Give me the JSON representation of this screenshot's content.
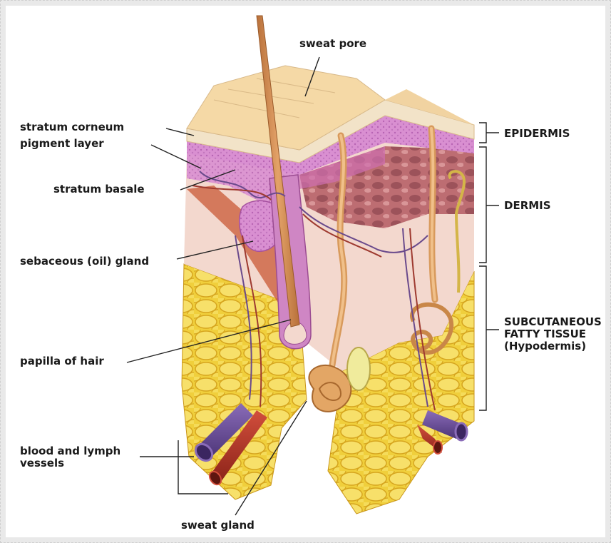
{
  "labels": {
    "sweat_pore": "sweat pore",
    "stratum_corneum": "stratum corneum",
    "pigment_layer": "pigment layer",
    "stratum_basale": "stratum basale",
    "sebaceous_gland": "sebaceous (oil) gland",
    "papilla_of_hair": "papilla of hair",
    "blood_lymph_vessels": "blood and lymph\nvessels",
    "sweat_gland": "sweat gland"
  },
  "layers": {
    "epidermis": "EPIDERMIS",
    "dermis": "DERMIS",
    "subcutaneous": "SUBCUTANEOUS\nFATTY TISSUE\n(Hypodermis)"
  },
  "colors": {
    "surface": "#f5d9a6",
    "corneum": "#f2e3c8",
    "pigment": "#d98fd1",
    "dermis": "#f4d6cc",
    "dermis_dark": "#a8464f",
    "fat": "#f2d245",
    "fat_dark": "#d9a51c",
    "hair": "#cf8a4a",
    "vein": "#6f4f9a",
    "artery": "#b73a2c"
  }
}
